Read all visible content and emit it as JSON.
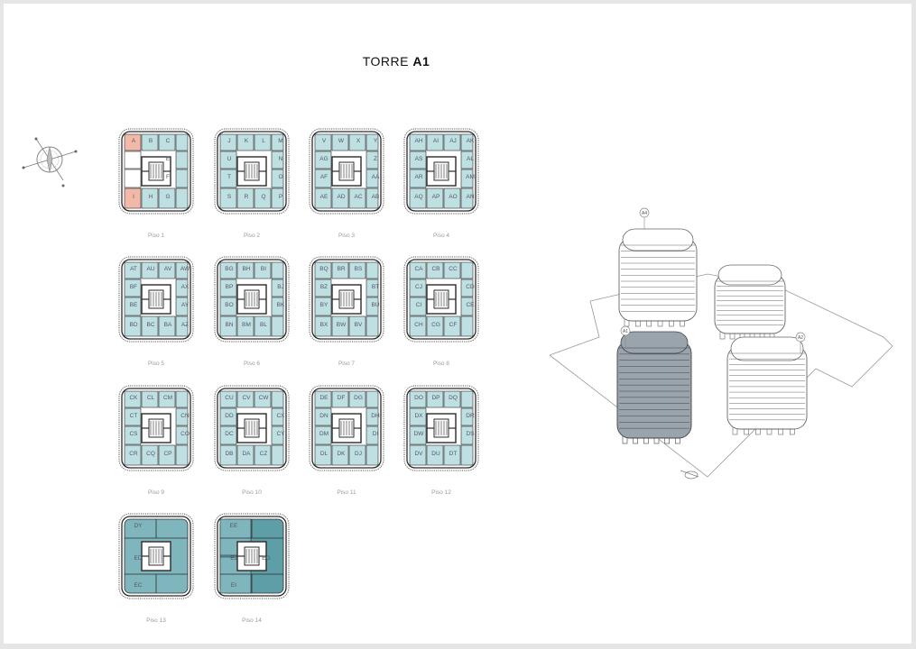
{
  "title": {
    "prefix": "TORRE",
    "code": "A1"
  },
  "colors": {
    "unit_fill": "#bfe0e3",
    "unit_fill_dark": "#7fb6bd",
    "unit_fill_darker": "#5e9fa7",
    "highlight_fill": "#f2b8a8",
    "wall": "#2b2b2b",
    "tower_highlight": "#9aa4ad"
  },
  "floors": [
    {
      "label": "Piso 1",
      "units": [
        "A",
        "B",
        "C",
        "",
        "E",
        "",
        "",
        "F",
        "I",
        "H",
        "G",
        ""
      ],
      "variant": "ground"
    },
    {
      "label": "Piso 2",
      "units": [
        "J",
        "K",
        "L",
        "M",
        "U",
        "",
        "N",
        "T",
        "",
        "O",
        "S",
        "R",
        "Q",
        "P"
      ]
    },
    {
      "label": "Piso 3",
      "units": [
        "V",
        "W",
        "X",
        "Y",
        "AG",
        "",
        "Z",
        "AF",
        "",
        "AA",
        "AE",
        "AD",
        "AC",
        "AB"
      ]
    },
    {
      "label": "Piso 4",
      "units": [
        "AH",
        "AI",
        "AJ",
        "AK",
        "AS",
        "",
        "AL",
        "AR",
        "",
        "AM",
        "AQ",
        "AP",
        "AO",
        "AN"
      ]
    },
    {
      "label": "Piso 5",
      "units": [
        "AT",
        "AU",
        "AV",
        "AW",
        "BF",
        "",
        "AX",
        "BE",
        "",
        "AY",
        "BD",
        "BC",
        "BA",
        "AZ"
      ]
    },
    {
      "label": "Piso 6",
      "units": [
        "BG",
        "BH",
        "BI",
        "",
        "BP",
        "",
        "BJ",
        "BO",
        "",
        "BK",
        "BN",
        "BM",
        "BL",
        ""
      ]
    },
    {
      "label": "Piso 7",
      "units": [
        "BQ",
        "BR",
        "BS",
        "",
        "BZ",
        "",
        "BT",
        "BY",
        "",
        "BU",
        "BX",
        "BW",
        "BV",
        ""
      ]
    },
    {
      "label": "Piso 8",
      "units": [
        "CA",
        "CB",
        "CC",
        "",
        "CJ",
        "",
        "CD",
        "CI",
        "",
        "CE",
        "CH",
        "CG",
        "CF",
        ""
      ]
    },
    {
      "label": "Piso 9",
      "units": [
        "CK",
        "CL",
        "CM",
        "",
        "CT",
        "",
        "CN",
        "CS",
        "",
        "CO",
        "CR",
        "CQ",
        "CP",
        ""
      ]
    },
    {
      "label": "Piso 10",
      "units": [
        "CU",
        "CV",
        "CW",
        "",
        "DD",
        "",
        "CX",
        "DC",
        "",
        "CY",
        "DB",
        "DA",
        "CZ",
        ""
      ]
    },
    {
      "label": "Piso 11",
      "units": [
        "DE",
        "DF",
        "DG",
        "",
        "DN",
        "",
        "DH",
        "DM",
        "",
        "DI",
        "DL",
        "DK",
        "DJ",
        ""
      ]
    },
    {
      "label": "Piso 12",
      "units": [
        "DO",
        "DP",
        "DQ",
        "",
        "DX",
        "",
        "DR",
        "DW",
        "",
        "DS",
        "DV",
        "DU",
        "DT",
        ""
      ]
    },
    {
      "label": "Piso 13",
      "units": [
        "DY",
        "",
        "",
        "ED",
        "",
        "EC",
        "",
        ""
      ],
      "variant": "large"
    },
    {
      "label": "Piso 14",
      "units": [
        "EE",
        "",
        "EJ",
        "EG",
        "EI",
        ""
      ],
      "variant": "large-dark"
    }
  ],
  "towers": [
    {
      "label": "A4"
    },
    {
      "label": "A1"
    },
    {
      "label": "A2"
    }
  ]
}
